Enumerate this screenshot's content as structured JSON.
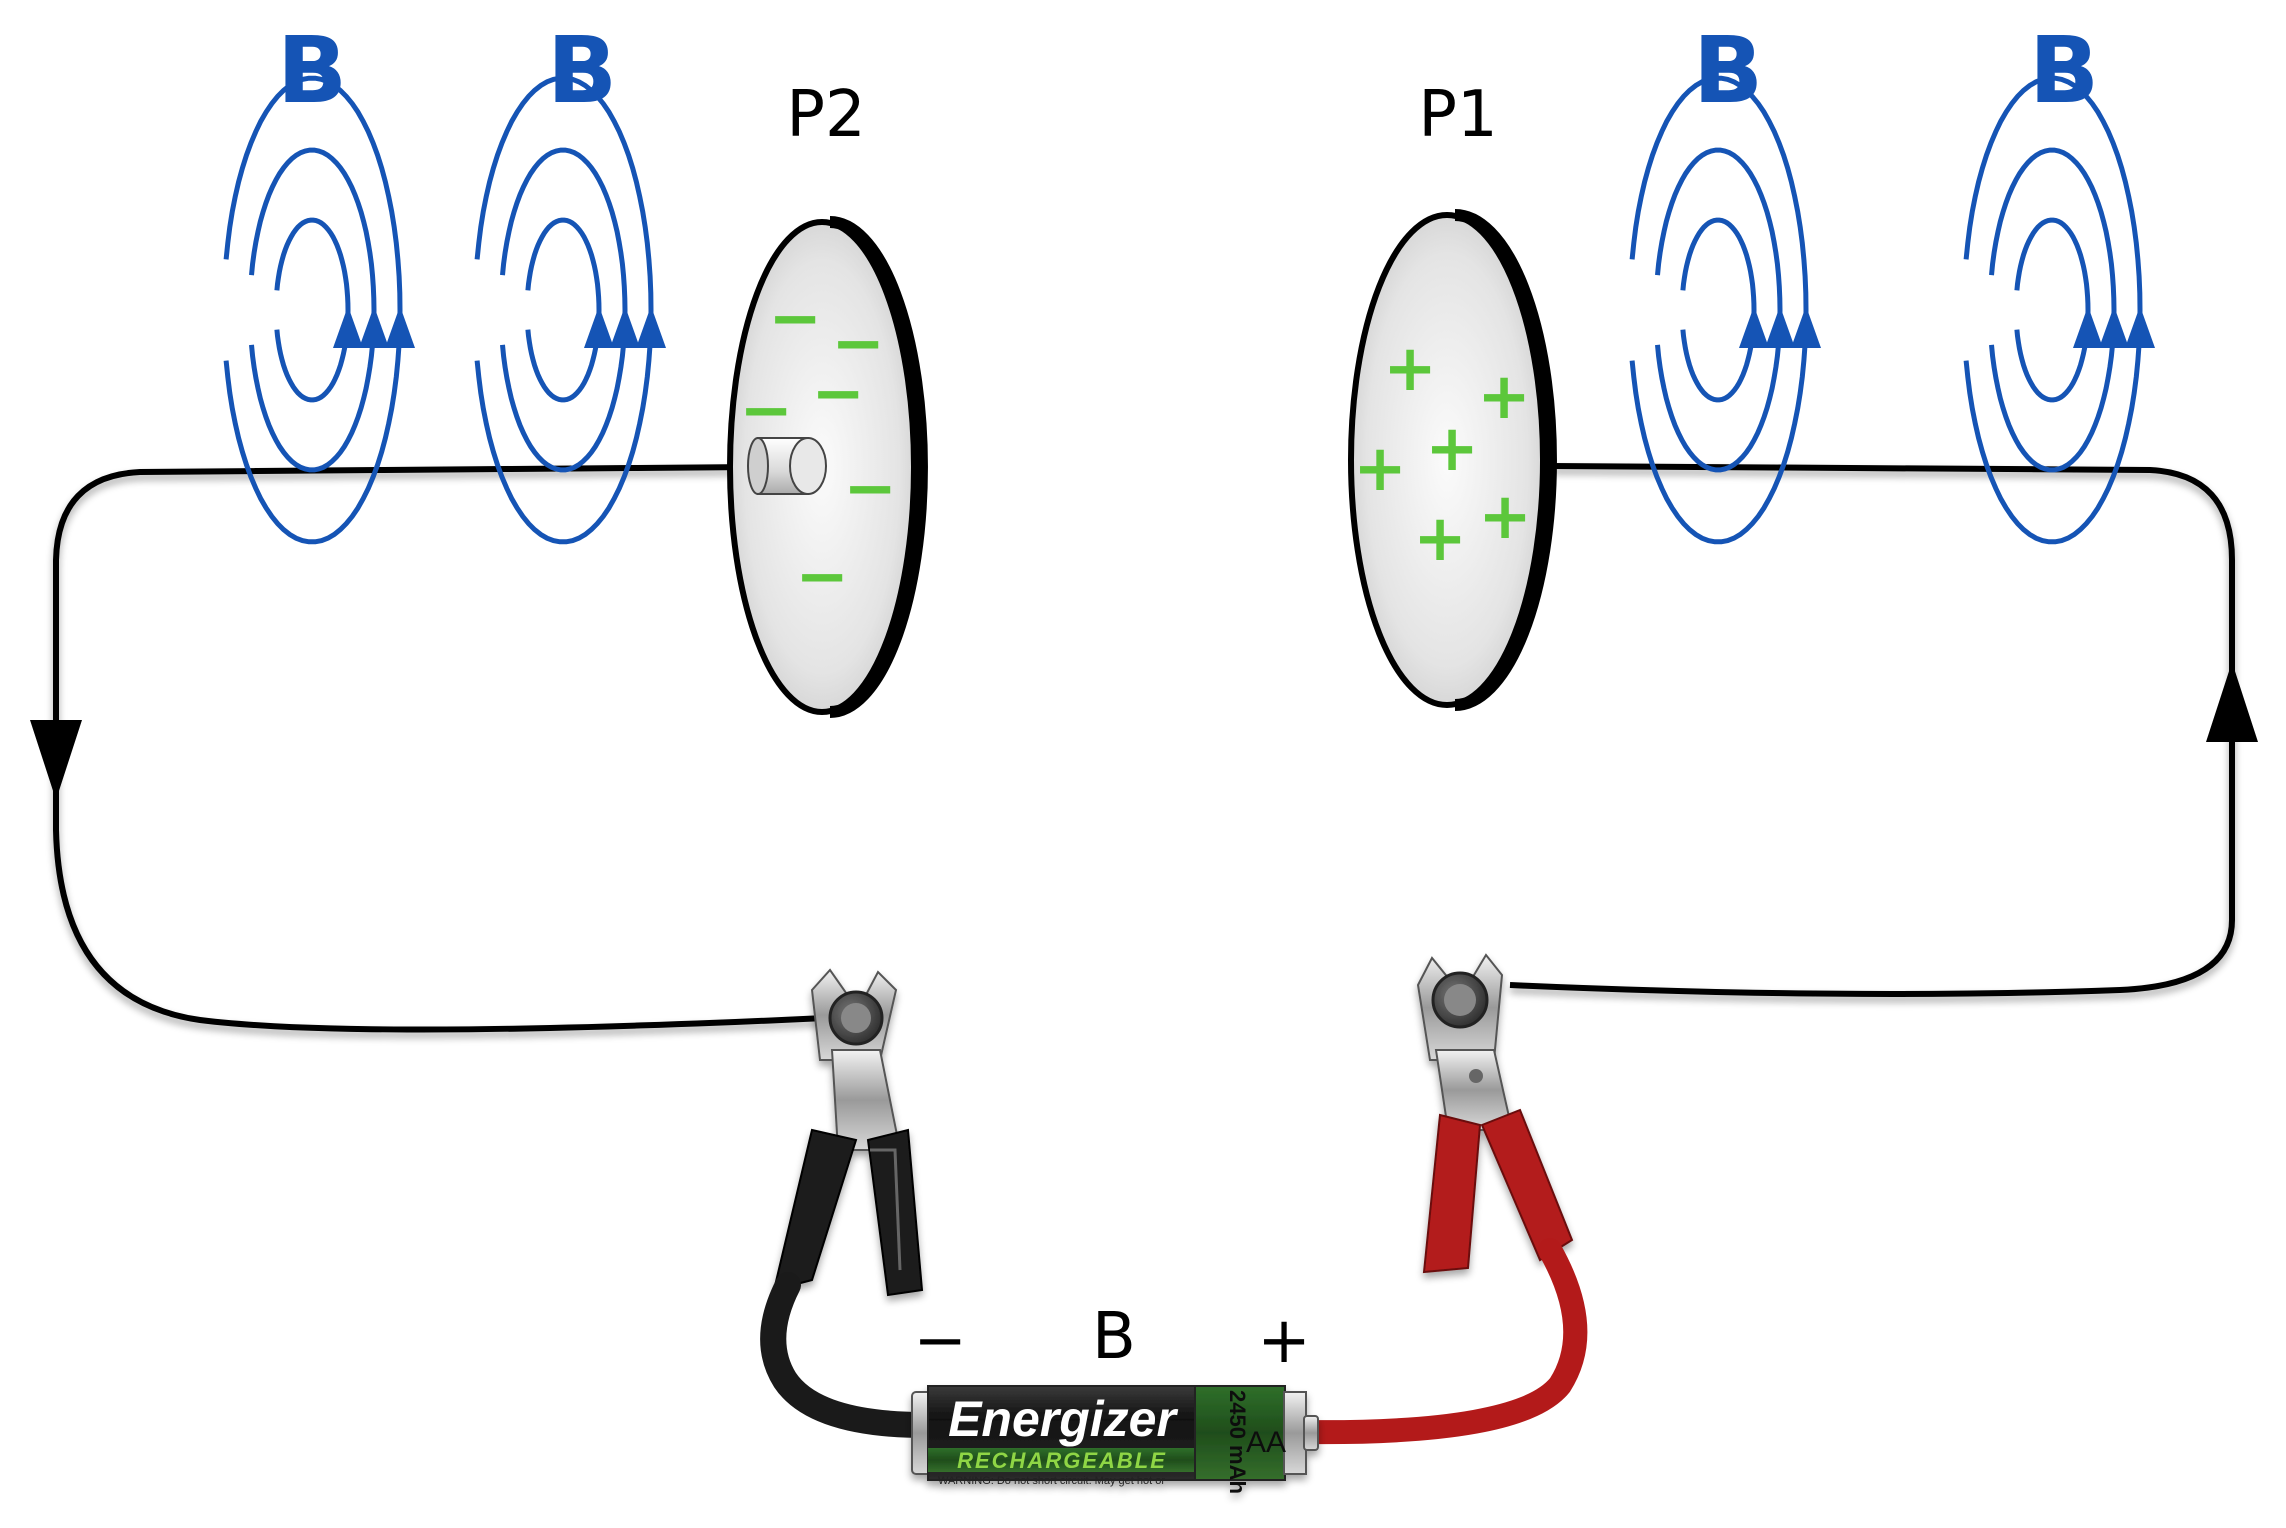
{
  "field_labels": {
    "b1": "B",
    "b2": "B",
    "b3": "B",
    "b4": "B"
  },
  "plates": {
    "p2": {
      "label": "P2",
      "charge": "negative",
      "charge_symbol": "−"
    },
    "p1": {
      "label": "P1",
      "charge": "positive",
      "charge_symbol": "+"
    }
  },
  "battery": {
    "label": "B",
    "minus": "−",
    "plus": "+",
    "brand": "Energizer",
    "subbrand": "RECHARGEABLE",
    "capacity": "2450 mAh",
    "size": "AA",
    "warning": "WARNING: Do not short circuit. May get hot or"
  },
  "colors": {
    "field": "#1554b5",
    "charge": "#5cc73b",
    "wire": "#000000",
    "lead_negative": "#1a1a1a",
    "lead_positive": "#b31a1a"
  }
}
